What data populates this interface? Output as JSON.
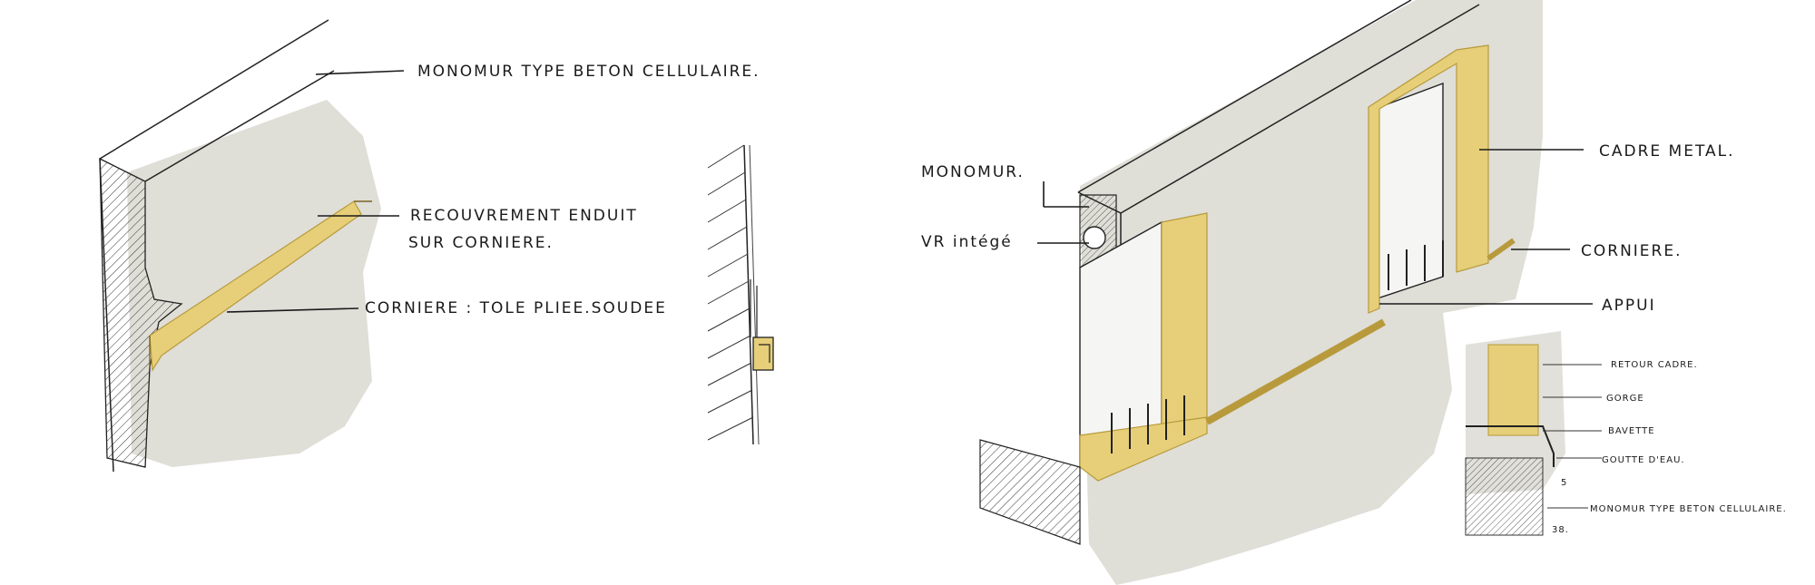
{
  "colors": {
    "wash": "#dcdad3",
    "brass": "#e6cf78",
    "brass_dark": "#b89a3c",
    "ink": "#1a1a1a"
  },
  "left_sketch": {
    "label_wall": "MONOMUR TYPE BETON CELLULAIRE.",
    "label_render_1": "RECOUVREMENT ENDUIT",
    "label_render_2": "SUR CORNIERE.",
    "label_angle": "CORNIERE : TOLE PLIEE.SOUDEE"
  },
  "right_sketch": {
    "label_monomur": "MONOMUR.",
    "label_vr": "VR intégé",
    "label_frame": "CADRE METAL.",
    "label_angle": "CORNIERE.",
    "label_sill": "APPUI"
  },
  "detail": {
    "label_return": "RETOUR CADRE.",
    "label_groove": "GORGE",
    "label_flashing": "BAVETTE",
    "label_drip": "GOUTTE D'EAU.",
    "dim_5": "5",
    "label_wall": "MONOMUR TYPE BETON CELLULAIRE.",
    "dim_38": "38."
  }
}
